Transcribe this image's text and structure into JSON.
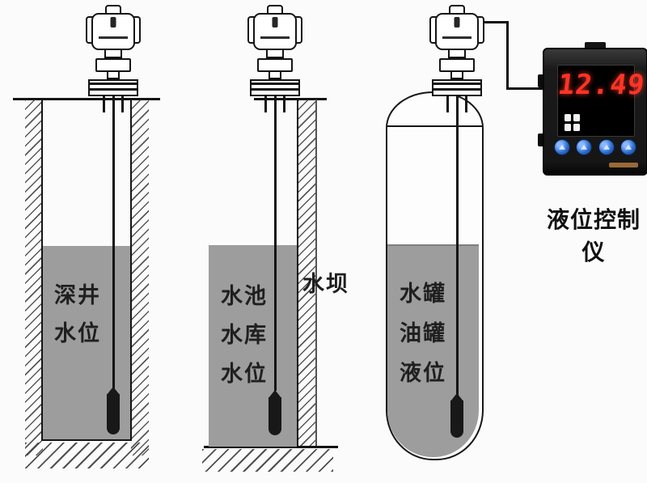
{
  "well": {
    "label_lines": [
      "深井",
      "水位"
    ]
  },
  "reservoir": {
    "label_lines": [
      "水池",
      "水库",
      "水位"
    ],
    "dam_label": "水坝"
  },
  "tank": {
    "label_lines": [
      "水罐",
      "油罐",
      "液位"
    ]
  },
  "controller": {
    "display_value": "12.49",
    "label": "液位控制仪"
  },
  "colors": {
    "water": "#9d9d9d",
    "outline": "#141414",
    "display_red": "#ff3326",
    "button_blue": "#2e6fd0"
  }
}
